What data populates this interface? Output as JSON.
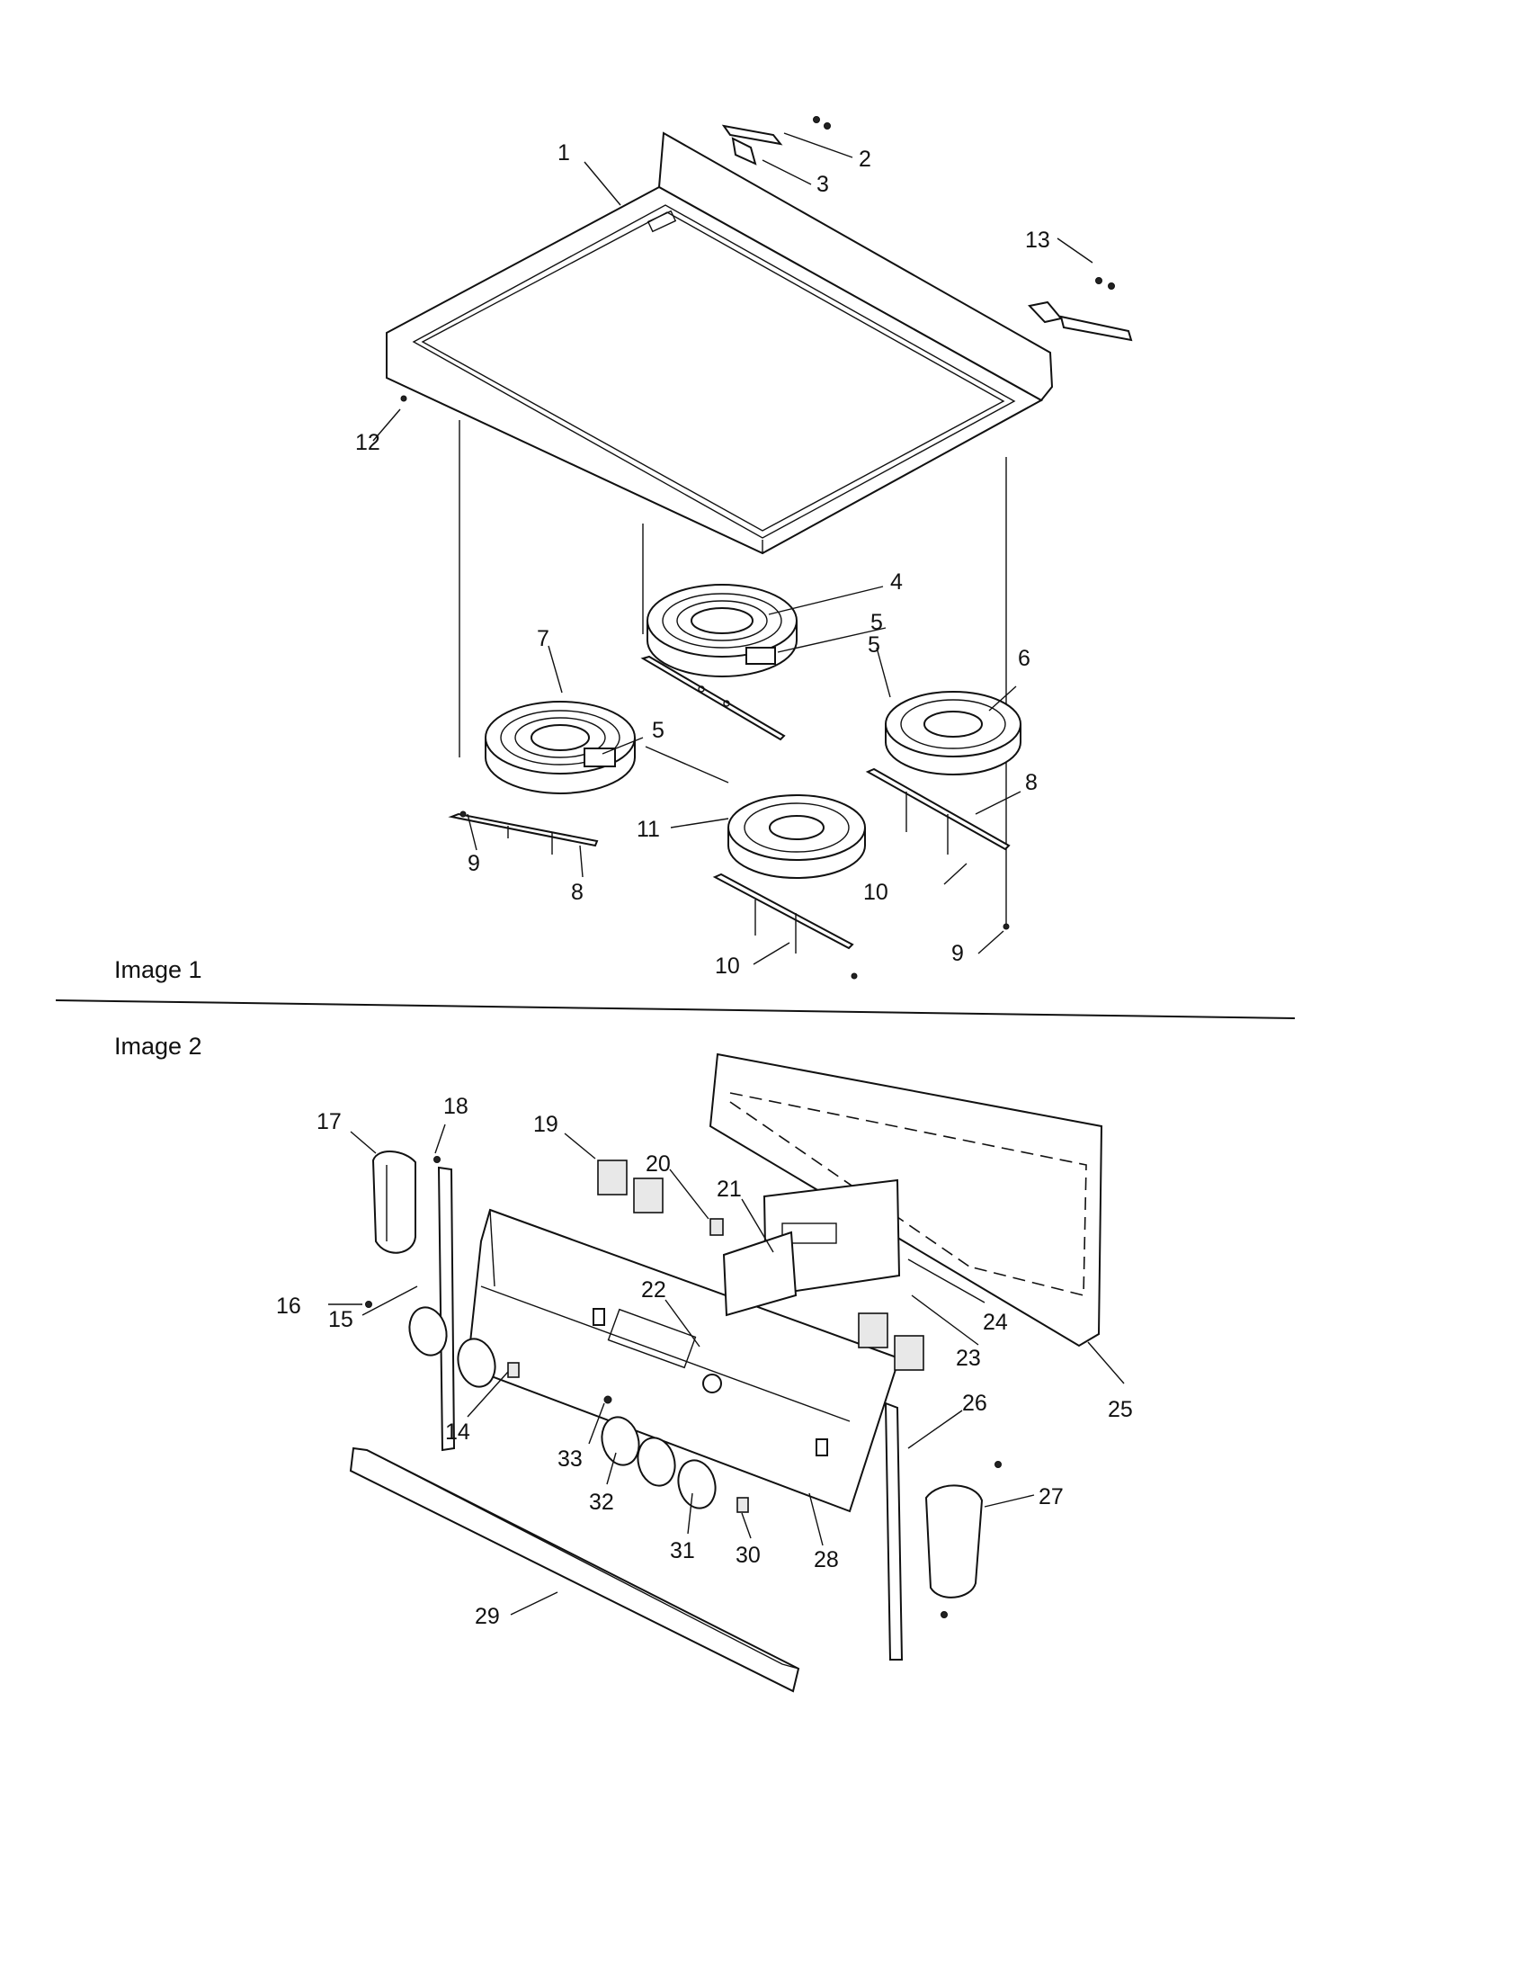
{
  "sections": [
    {
      "id": "image-1",
      "label": "Image 1"
    },
    {
      "id": "image-2",
      "label": "Image 2"
    }
  ],
  "callouts": [
    "1",
    "2",
    "3",
    "4",
    "5",
    "5",
    "5",
    "6",
    "7",
    "8",
    "8",
    "9",
    "9",
    "10",
    "10",
    "11",
    "12",
    "13",
    "14",
    "15",
    "16",
    "17",
    "18",
    "19",
    "20",
    "21",
    "22",
    "23",
    "24",
    "25",
    "26",
    "27",
    "28",
    "29",
    "30",
    "31",
    "32",
    "33"
  ],
  "colors": {
    "ink": "#111111",
    "background": "#ffffff"
  }
}
